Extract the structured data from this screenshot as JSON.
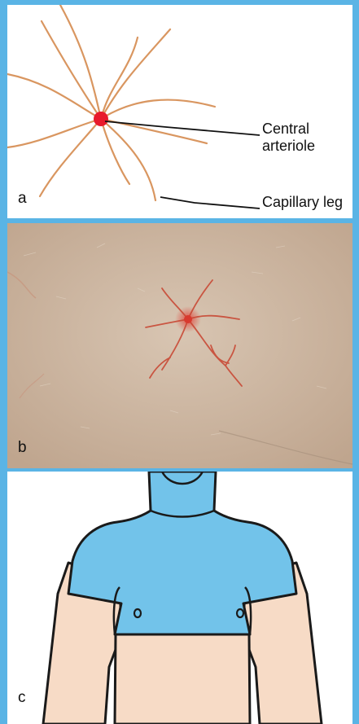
{
  "figure": {
    "panel_a": {
      "letter": "a",
      "callouts": {
        "central_arteriole_line1": "Central",
        "central_arteriole_line2": "arteriole",
        "capillary_leg": "Capillary leg"
      },
      "colors": {
        "vessel": "#d99660",
        "arteriole": "#e8192c",
        "leader": "#111111"
      }
    },
    "panel_b": {
      "letter": "b",
      "colors": {
        "skin": "#cdb8a3",
        "vessel": "#c8432f"
      }
    },
    "panel_c": {
      "letter": "c",
      "colors": {
        "shaded_area": "#72c3ea",
        "skin": "#f7dbc6",
        "outline": "#1a1a1a"
      }
    },
    "border_color": "#5ab4e5"
  }
}
